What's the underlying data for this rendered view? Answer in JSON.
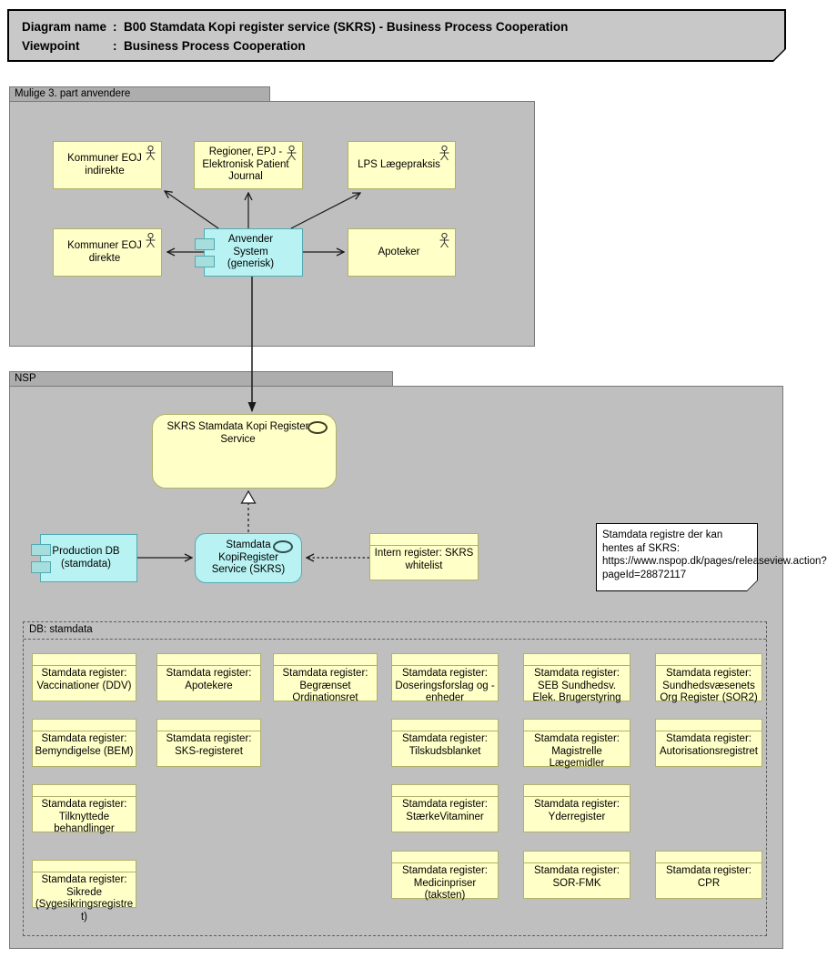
{
  "title_bar": {
    "rows": [
      {
        "label": "Diagram name",
        "colon": ":",
        "value": "B00 Stamdata Kopi register service (SKRS) - Business Process Cooperation"
      },
      {
        "label": "Viewpoint",
        "colon": ":",
        "value": "Business Process Cooperation"
      }
    ]
  },
  "groups": {
    "third_party": {
      "label": "Mulige 3. part anvendere"
    },
    "nsp": {
      "label": "NSP"
    },
    "db": {
      "label": "DB: stamdata"
    }
  },
  "nodes": {
    "kommuner_indirekte": {
      "label": "Kommuner EOJ indirekte",
      "type": "business-actor"
    },
    "regioner": {
      "label": "Regioner, EPJ - Elektronisk Patient Journal",
      "type": "business-actor"
    },
    "lps": {
      "label": "LPS Lægepraksis",
      "type": "business-actor"
    },
    "kommuner_direkte": {
      "label": "Kommuner EOJ direkte",
      "type": "business-actor"
    },
    "anvender_system": {
      "label": "Anvender System (generisk)",
      "type": "application-component"
    },
    "apoteker": {
      "label": "Apoteker",
      "type": "business-actor"
    },
    "skrs_service": {
      "label": "SKRS Stamdata Kopi Register Service",
      "type": "service"
    },
    "production_db": {
      "label": "Production DB (stamdata)",
      "type": "application-component"
    },
    "skrs_app": {
      "label": "Stamdata KopiRegister Service (SKRS)",
      "type": "service"
    },
    "intern_register": {
      "label": "Intern register: SKRS whitelist",
      "type": "business-object"
    }
  },
  "note": {
    "text": "Stamdata registre der kan hentes af SKRS: https://www.nspop.dk/pages/releaseview.action?pageId=28872117"
  },
  "registers": [
    {
      "label": "Stamdata register: Vaccinationer (DDV)"
    },
    {
      "label": "Stamdata register: Apotekere"
    },
    {
      "label": "Stamdata register: Begrænset Ordinationsret"
    },
    {
      "label": "Stamdata register: Doseringsforslag og -enheder"
    },
    {
      "label": "Stamdata register: SEB Sundhedsv. Elek. Brugerstyring"
    },
    {
      "label": "Stamdata register: Sundhedsvæsenets Org Register (SOR2)"
    },
    {
      "label": "Stamdata register: Bemyndigelse (BEM)"
    },
    {
      "label": "Stamdata register: SKS-registeret"
    },
    {
      "label": "Stamdata register: Tilskudsblanket"
    },
    {
      "label": "Stamdata register: Magistrelle Lægemidler"
    },
    {
      "label": "Stamdata register: Autorisationsregistret"
    },
    {
      "label": "Stamdata register: Tilknyttede behandlinger"
    },
    {
      "label": "Stamdata register: StærkeVitaminer"
    },
    {
      "label": "Stamdata register: Yderregister"
    },
    {
      "label": "Stamdata register: Sikrede (Sygesikringsregistret)"
    },
    {
      "label": "Stamdata register: Medicinpriser (taksten)"
    },
    {
      "label": "Stamdata register: SOR-FMK"
    },
    {
      "label": "Stamdata register: CPR"
    }
  ],
  "colors": {
    "element_yellow": "#ffffc8",
    "element_yellow_border": "#b1b16a",
    "element_cyan": "#b8f2f2",
    "element_cyan_border": "#53aab2",
    "group_gray": "#bfbfbf",
    "group_tab_gray": "#adadad",
    "title_gray": "#c8c8c8",
    "note_white": "#ffffff"
  }
}
